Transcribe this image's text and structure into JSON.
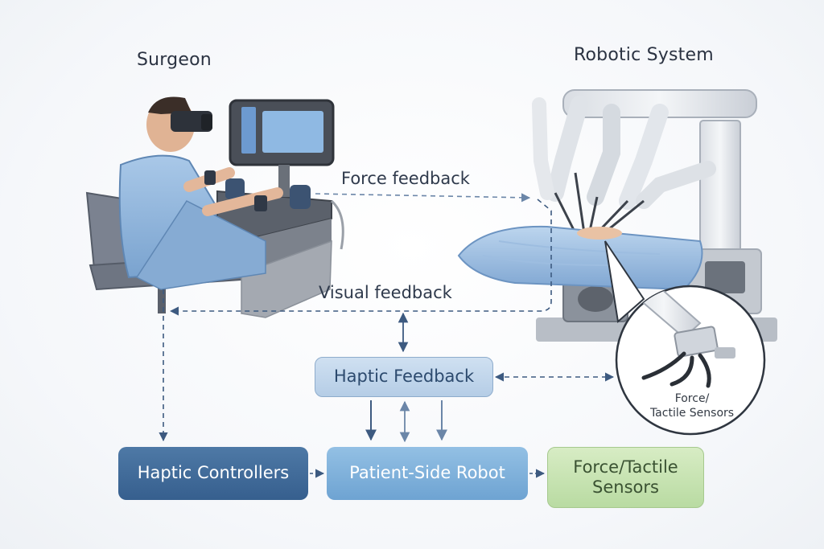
{
  "titles": {
    "surgeon": "Surgeon",
    "robotic_system": "Robotic System"
  },
  "flows": {
    "force_feedback": "Force feedback",
    "visual_feedback": "Visual feedback"
  },
  "nodes": {
    "haptic_feedback": "Haptic Feedback",
    "haptic_controllers": "Haptic Controllers",
    "patient_side_robot": "Patient-Side Robot",
    "force_tactile_sensors_line1": "Force/Tactile",
    "force_tactile_sensors_line2": "Sensors"
  },
  "zoom_callout": {
    "line1": "Force/",
    "line2": "Tactile Sensors"
  },
  "colors": {
    "arrow_dark": "#3d5a80",
    "arrow_light": "#6b86a8",
    "haptic_controllers_fill": "#416b98",
    "patient_robot_fill": "#80b1dc",
    "sensors_fill": "#c8e3b3",
    "surgeon_scrubs": "#8fb6dd"
  }
}
